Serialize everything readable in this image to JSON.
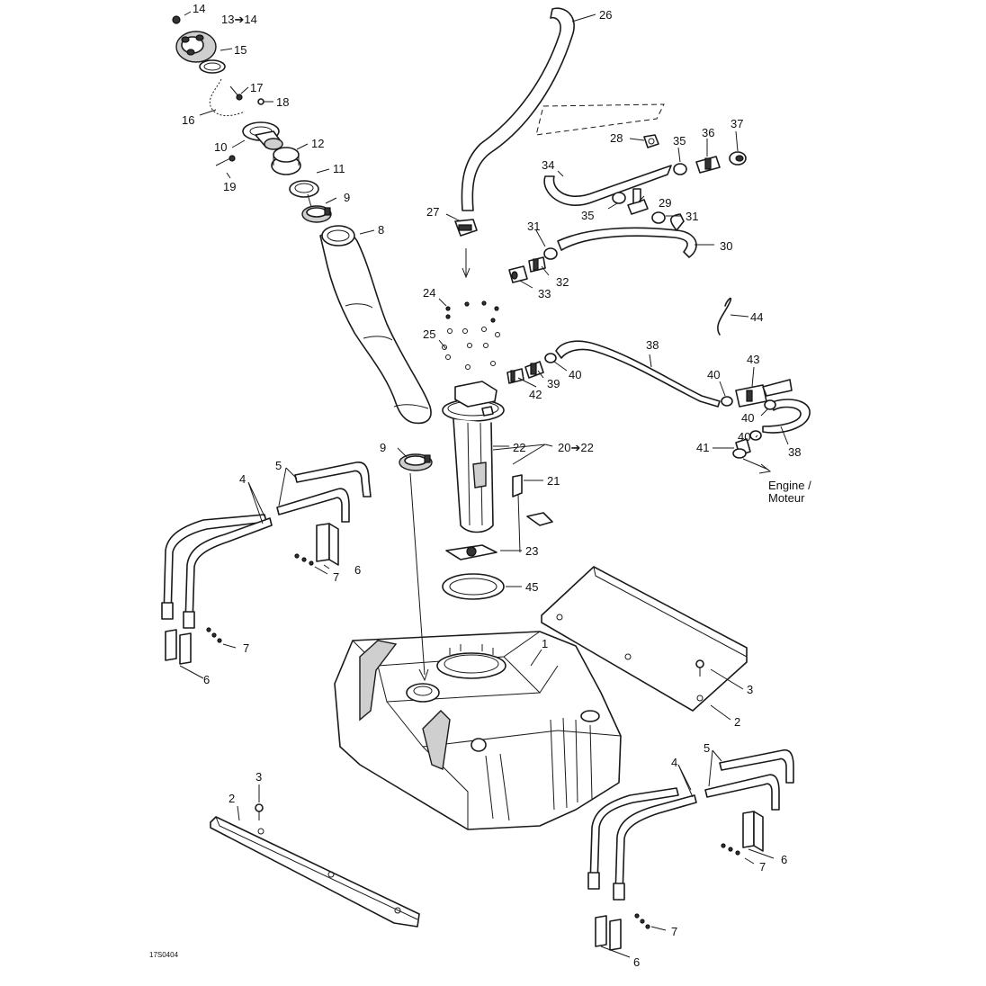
{
  "diagram": {
    "drawing_code": "17S0404",
    "engine_label_line1": "Engine /",
    "engine_label_line2": "Moteur"
  },
  "callouts": {
    "c1": "1",
    "c2a": "2",
    "c2b": "2",
    "c3a": "3",
    "c3b": "3",
    "c4a": "4",
    "c4b": "4",
    "c5a": "5",
    "c5b": "5",
    "c6a": "6",
    "c6b": "6",
    "c6c": "6",
    "c6d": "6",
    "c7a": "7",
    "c7b": "7",
    "c7c": "7",
    "c7d": "7",
    "c8": "8",
    "c9a": "9",
    "c9b": "9",
    "c10": "10",
    "c11": "11",
    "c12": "12",
    "c13": "13➔14",
    "c14": "14",
    "c15": "15",
    "c16": "16",
    "c17": "17",
    "c18": "18",
    "c19": "19",
    "c20": "20➔22",
    "c21": "21",
    "c22": "22",
    "c23": "23",
    "c24": "24",
    "c25": "25",
    "c26": "26",
    "c27": "27",
    "c28": "28",
    "c29": "29",
    "c30": "30",
    "c31a": "31",
    "c31b": "31",
    "c32": "32",
    "c33": "33",
    "c34": "34",
    "c35a": "35",
    "c35b": "35",
    "c36": "36",
    "c37": "37",
    "c38a": "38",
    "c38b": "38",
    "c39": "39",
    "c40a": "40",
    "c40b": "40",
    "c40c": "40",
    "c40d": "40",
    "c41": "41",
    "c42": "42",
    "c43": "43",
    "c44": "44",
    "c45": "45"
  }
}
